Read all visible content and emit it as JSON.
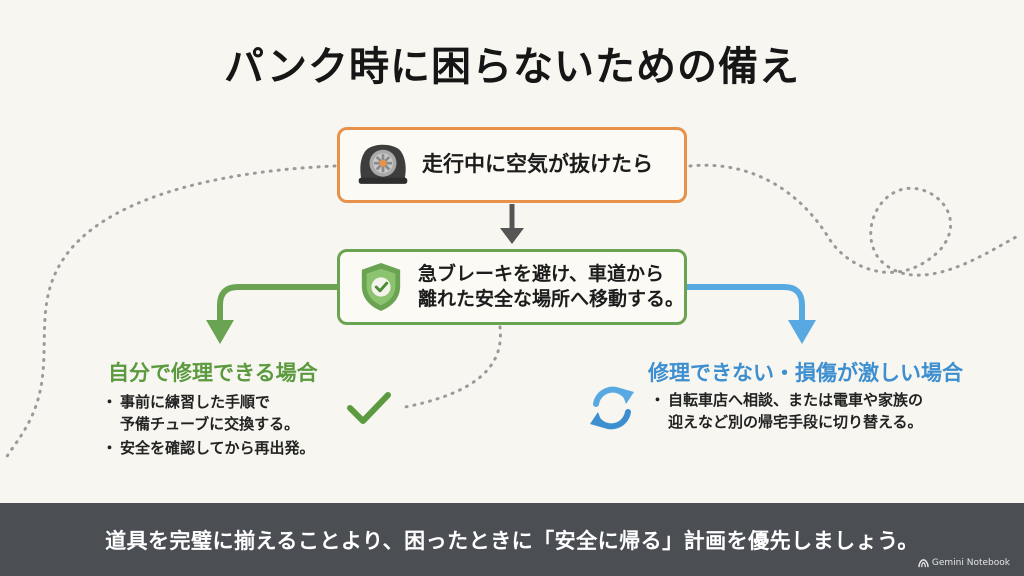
{
  "title": "パンク時に困らないための備え",
  "steps": {
    "top": {
      "text": "走行中に空気が抜けたら",
      "icon": "flat-tire-icon",
      "border_color": "#e8914a"
    },
    "middle": {
      "line1": "急ブレーキを避け、車道から",
      "line2": "離れた安全な場所へ移動する。",
      "icon": "shield-check-icon",
      "border_color": "#6aa452"
    }
  },
  "branches": {
    "left": {
      "title": "自分で修理できる場合",
      "color": "#5b9a3e",
      "icon": "checkmark-icon",
      "items": [
        {
          "line1": "事前に練習した手順で",
          "line2": "予備チューブに交換する。"
        },
        {
          "line1": "安全を確認してから再出発。",
          "line2": ""
        }
      ]
    },
    "right": {
      "title": "修理できない・損傷が激しい場合",
      "color": "#3e8fd0",
      "icon": "refresh-cycle-icon",
      "items": [
        {
          "line1": "自転車店へ相談、または電車や家族の",
          "line2": "迎えなど別の帰宅手段に切り替える。"
        }
      ]
    }
  },
  "footer": {
    "text": "道具を完璧に揃えることより、困ったときに「安全に帰る」計画を優先しましょう。",
    "background": "#4b4f54"
  },
  "brand": {
    "text": "Gemini Notebook",
    "icon": "notebook-logo-icon"
  }
}
